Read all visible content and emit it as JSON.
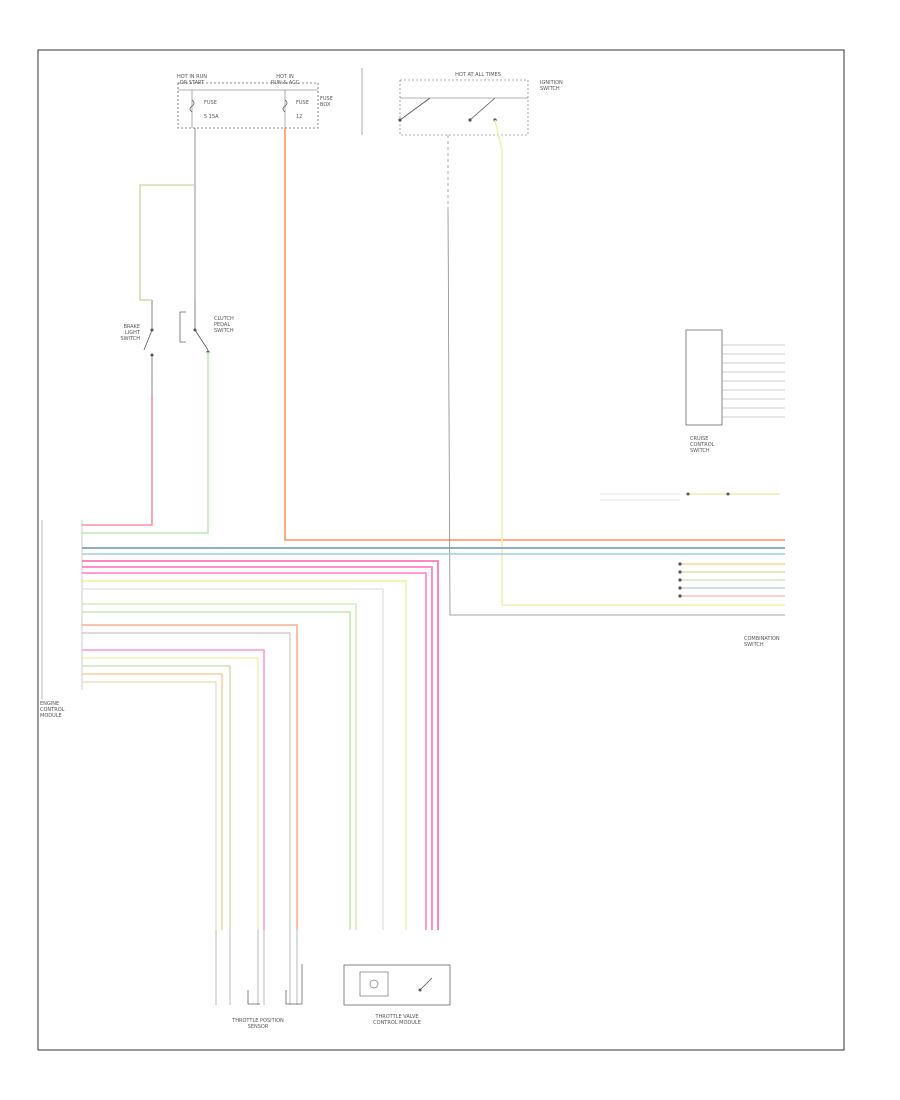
{
  "diagram": {
    "labels": {
      "hot_run_start_l": "HOT IN RUN",
      "hot_run_start_l2": "OR START",
      "hot_run_acc": "HOT IN",
      "hot_run_acc2": "RUN & ACC",
      "fuse_box": "FUSE",
      "fuse_box2": "BOX",
      "fuse_l": "FUSE",
      "fuse_l2": "5 15A",
      "fuse_r": "FUSE",
      "fuse_r2": "12",
      "hot_all_times": "HOT AT ALL TIMES",
      "ign_switch": "IGNITION",
      "ign_switch2": "SWITCH",
      "brake_light_sw": "BRAKE",
      "brake_light_sw2": "LIGHT",
      "brake_light_sw3": "SWITCH",
      "clutch_sw": "CLUTCH",
      "clutch_sw2": "PEDAL",
      "clutch_sw3": "SWITCH",
      "ecm": "ENGINE",
      "ecm2": "CONTROL",
      "ecm3": "MODULE",
      "cruise_sw": "CRUISE",
      "cruise_sw2": "CONTROL",
      "cruise_sw3": "SWITCH",
      "combi": "COMBINATION",
      "combi2": "SWITCH",
      "throttle_sensor": "THROTTLE POSITION",
      "throttle_sensor2": "SENSOR",
      "throttle_body": "THROTTLE VALVE",
      "throttle_body2": "CONTROL MODULE"
    }
  }
}
